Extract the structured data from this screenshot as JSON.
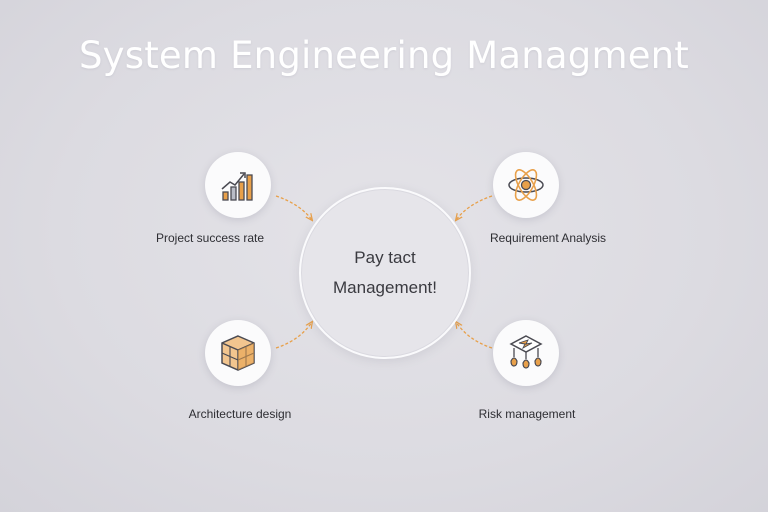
{
  "title": "System Engineering Managment",
  "center": {
    "line1": "Pay tact",
    "line2": "Management!"
  },
  "nodes": [
    {
      "label": "Project success rate",
      "icon": "bar-chart-growth-icon"
    },
    {
      "label": "Requirement Analysis",
      "icon": "atom-icon"
    },
    {
      "label": "Architecture design",
      "icon": "cube-structure-icon"
    },
    {
      "label": "Risk management",
      "icon": "risk-diagram-icon"
    }
  ],
  "colors": {
    "accent": "#e8a04a",
    "outline": "#4a4a52",
    "background": "#dcdbe1"
  }
}
